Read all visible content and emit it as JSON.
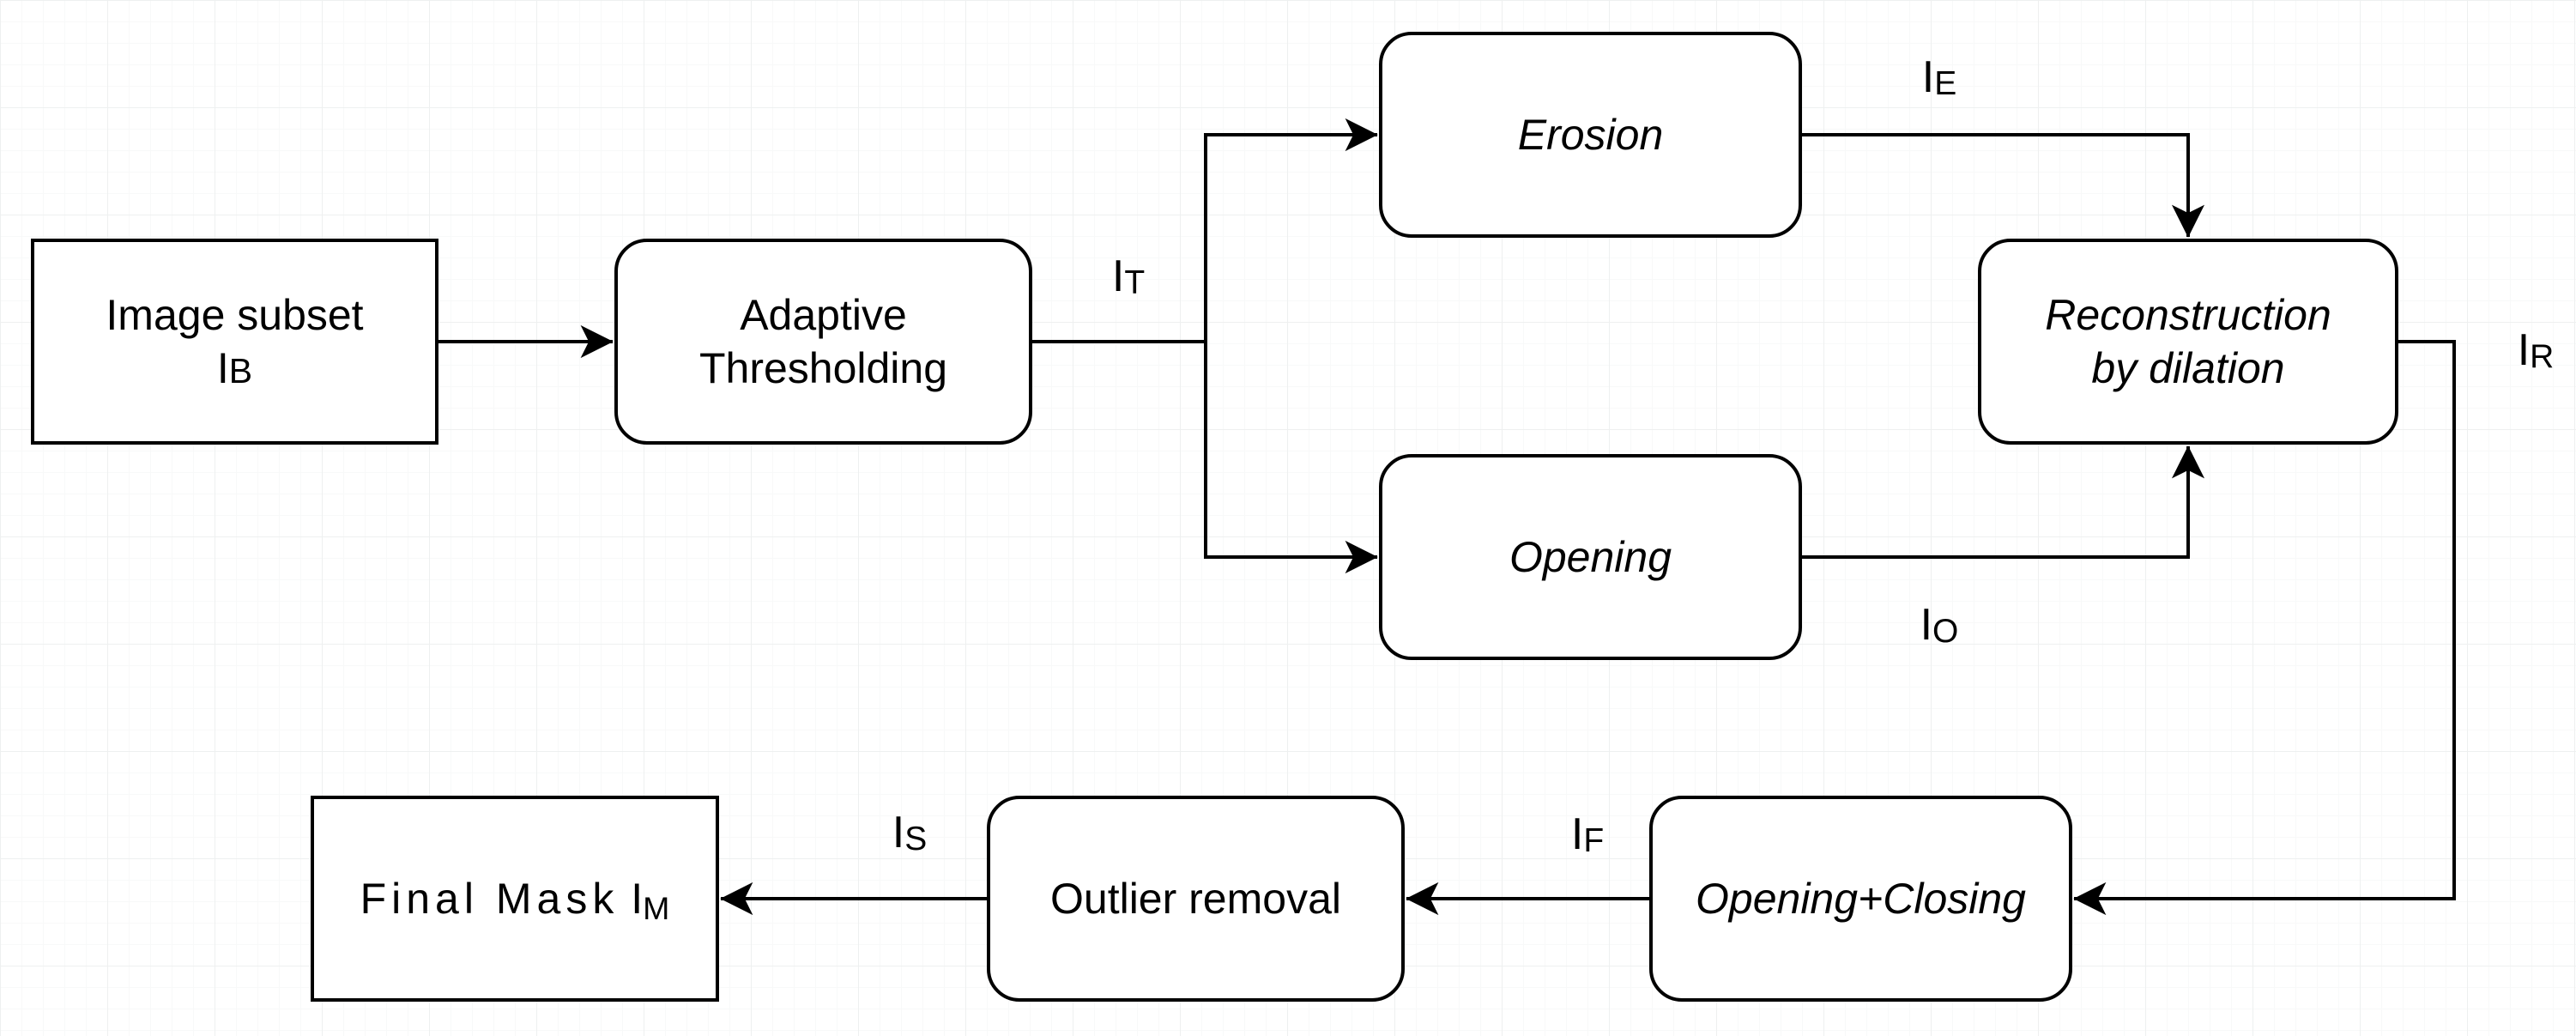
{
  "diagram": {
    "colors": {
      "background": "#ffffff",
      "stroke": "#000000",
      "text": "#000000",
      "grid_major": "#eef0f0",
      "grid_minor": "#f8f9f9"
    },
    "nodes": {
      "image_subset": {
        "line1": "Image subset",
        "symbol_base": "I",
        "symbol_sub": "B"
      },
      "adaptive_thresholding": {
        "line1": "Adaptive",
        "line2": "Thresholding"
      },
      "erosion": {
        "label": "Erosion"
      },
      "reconstruction_by_dilation": {
        "line1": "Reconstruction",
        "line2": "by dilation"
      },
      "opening": {
        "label": "Opening"
      },
      "opening_closing": {
        "label": "Opening+Closing"
      },
      "outlier_removal": {
        "label": "Outlier removal"
      },
      "final_mask": {
        "label": "Final Mask",
        "symbol_base": "I",
        "symbol_sub": "M"
      }
    },
    "edge_labels": {
      "it": {
        "base": "I",
        "sub": "T"
      },
      "ie": {
        "base": "I",
        "sub": "E"
      },
      "io": {
        "base": "I",
        "sub": "O"
      },
      "ir": {
        "base": "I",
        "sub": "R"
      },
      "if": {
        "base": "I",
        "sub": "F"
      },
      "is": {
        "base": "I",
        "sub": "S"
      }
    },
    "edges": [
      {
        "from": "Image subset IB",
        "to": "Adaptive Thresholding",
        "label": ""
      },
      {
        "from": "Adaptive Thresholding",
        "to": "Erosion",
        "label": "IT"
      },
      {
        "from": "Adaptive Thresholding",
        "to": "Opening",
        "label": "IT"
      },
      {
        "from": "Erosion",
        "to": "Reconstruction by dilation",
        "label": "IE"
      },
      {
        "from": "Opening",
        "to": "Reconstruction by dilation",
        "label": "IO"
      },
      {
        "from": "Reconstruction by dilation",
        "to": "Opening+Closing",
        "label": "IR"
      },
      {
        "from": "Opening+Closing",
        "to": "Outlier removal",
        "label": "IF"
      },
      {
        "from": "Outlier removal",
        "to": "Final Mask IM",
        "label": "IS"
      }
    ]
  }
}
